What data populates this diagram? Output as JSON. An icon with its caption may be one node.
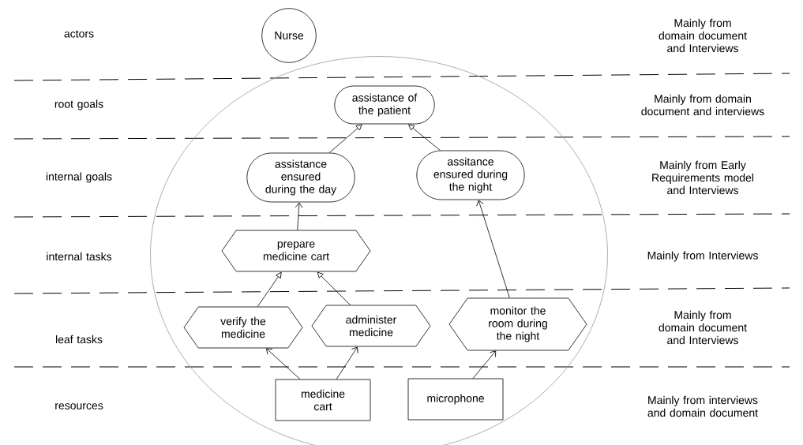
{
  "diagram": {
    "nodes": [
      {
        "text": [
          "Nurse"
        ]
      },
      {
        "text": [],
        "shape": "ellipse"
      },
      {
        "text": [
          "assistance of the patient"
        ],
        "in": 1
      },
      {
        "text": [
          "assistance ensured during the day"
        ],
        "in": 1
      },
      {
        "text": [
          "assitance ensured during the night"
        ],
        "in": 1
      },
      {
        "text": [
          "prepare medicine cart"
        ],
        "in": 1
      },
      {
        "text": [
          "verify the medicine"
        ],
        "in": 1
      },
      {
        "text": [
          "administer medicine"
        ],
        "in": 1
      },
      {
        "text": [
          "monitor the room during the night"
        ],
        "in": 1
      },
      {
        "text": [
          "medicine cart"
        ],
        "in": 1
      },
      {
        "text": [
          "microphone"
        ],
        "in": 1
      }
    ],
    "edges": [
      {
        "from": 3,
        "to": 2,
        "arrow": "to"
      },
      {
        "from": 4,
        "to": 2,
        "arrow": "to"
      },
      {
        "from": 5,
        "to": 3,
        "arrow": "to"
      },
      {
        "from": 8,
        "to": 4,
        "arrow": "to"
      },
      {
        "from": 6,
        "to": 5,
        "arrow": "to"
      },
      {
        "from": 7,
        "to": 5,
        "arrow": "to"
      },
      {
        "from": 9,
        "to": 6,
        "arrow": "to"
      },
      {
        "from": 9,
        "to": 7,
        "arrow": "to"
      },
      {
        "from": 10,
        "to": 8,
        "arrow": "to"
      }
    ],
    "labels": [
      "actors",
      "Mainly from domain document and Interviews",
      "root goals",
      "Mainly from domain document and interviews",
      "internal goals",
      "Mainly from Early Requirements model and Interviews",
      "internal tasks",
      "Mainly from Interviews",
      "leaf tasks",
      "Mainly from domain document and Interviews",
      "resources",
      "Mainly from interviews and domain document"
    ]
  }
}
